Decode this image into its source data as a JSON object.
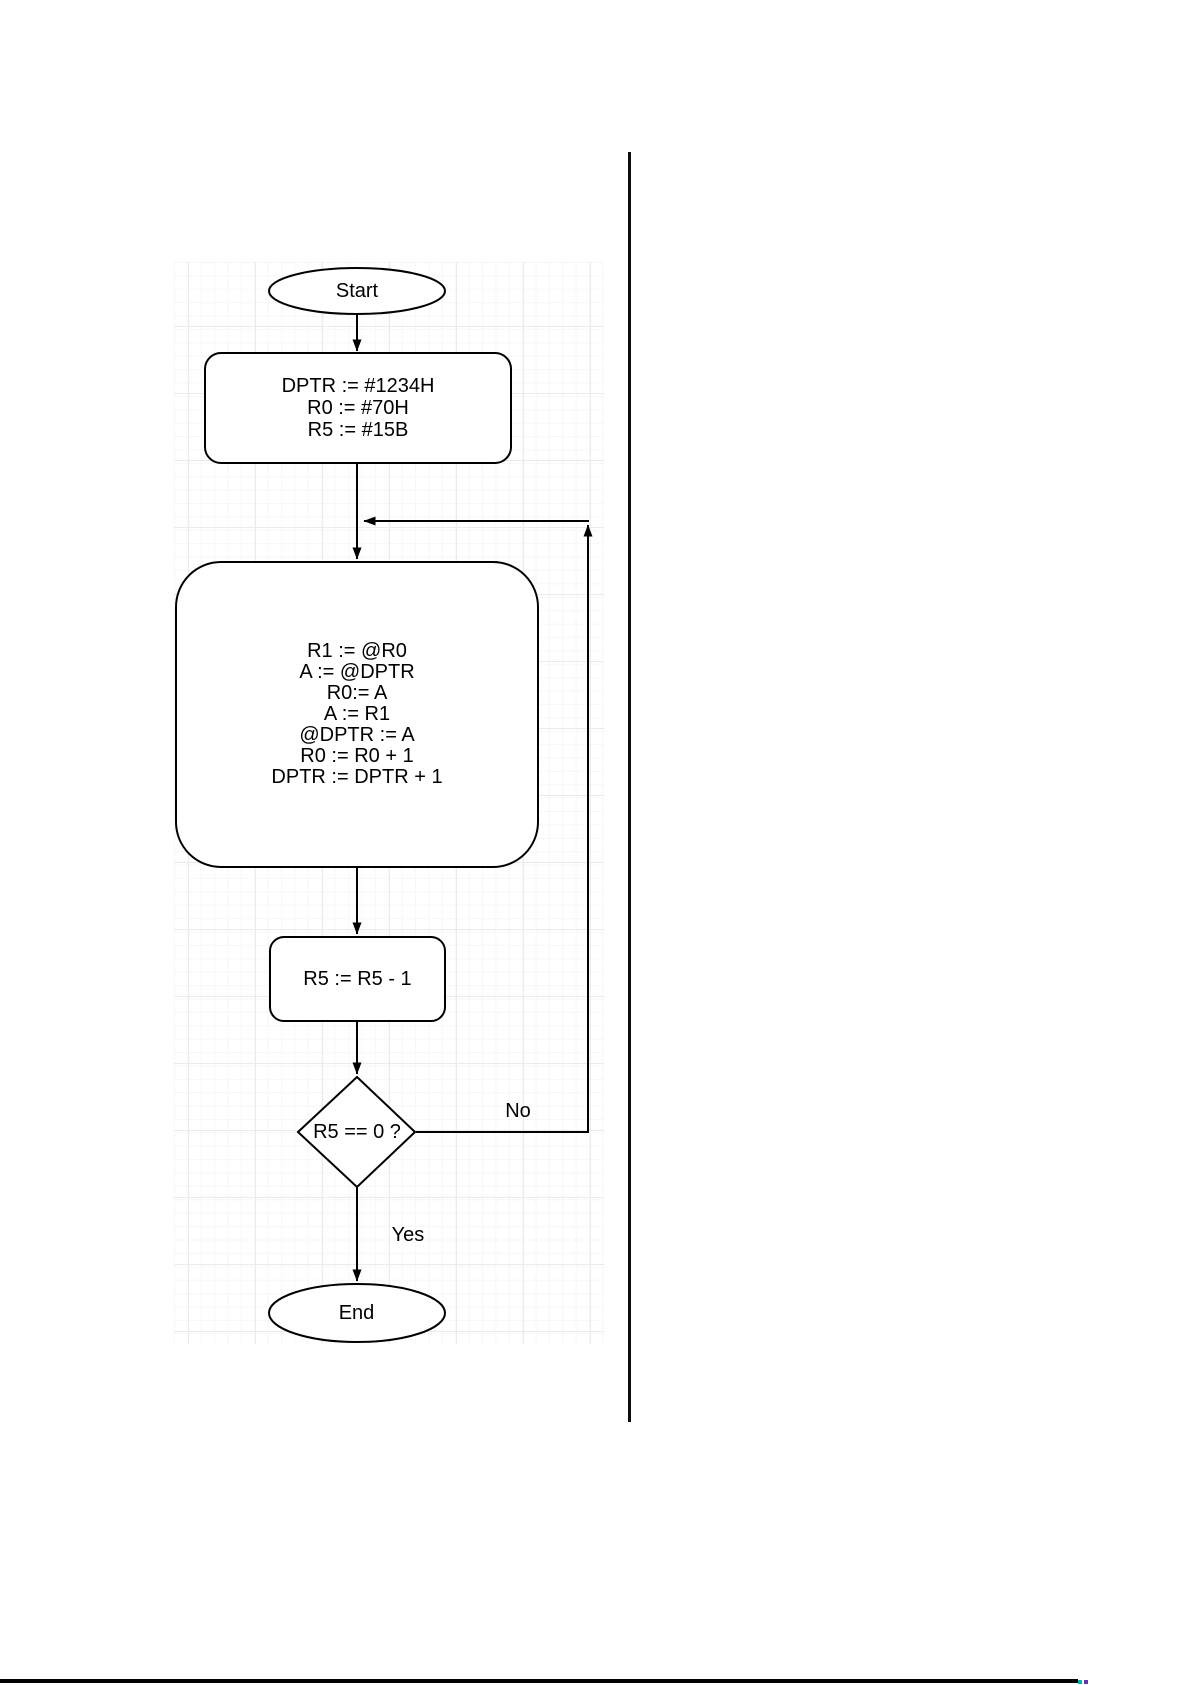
{
  "colors": {
    "stroke": "#000000",
    "node_fill": "#ffffff",
    "grid_minor": "#f7f7f7",
    "grid_major": "#ebebeb",
    "divider": "#0d0d0d",
    "bottom_rule": "#000000",
    "artifact_teal": "#00b5ad",
    "artifact_purple": "#5e35b1"
  },
  "flowchart": {
    "start": {
      "label": "Start"
    },
    "init_block": {
      "text": "DPTR := #1234H\nR0 := #70H\nR5 := #15B"
    },
    "swap_block": {
      "text": "R1 := @R0\nA := @DPTR\nR0:= A\nA := R1\n@DPTR := A\nR0 := R0 + 1\nDPTR := DPTR + 1"
    },
    "decrement_block": {
      "text": "R5 := R5 - 1"
    },
    "decision": {
      "label": "R5 == 0 ?"
    },
    "end": {
      "label": "End"
    },
    "edges": {
      "no_label": "No",
      "yes_label": "Yes"
    }
  }
}
